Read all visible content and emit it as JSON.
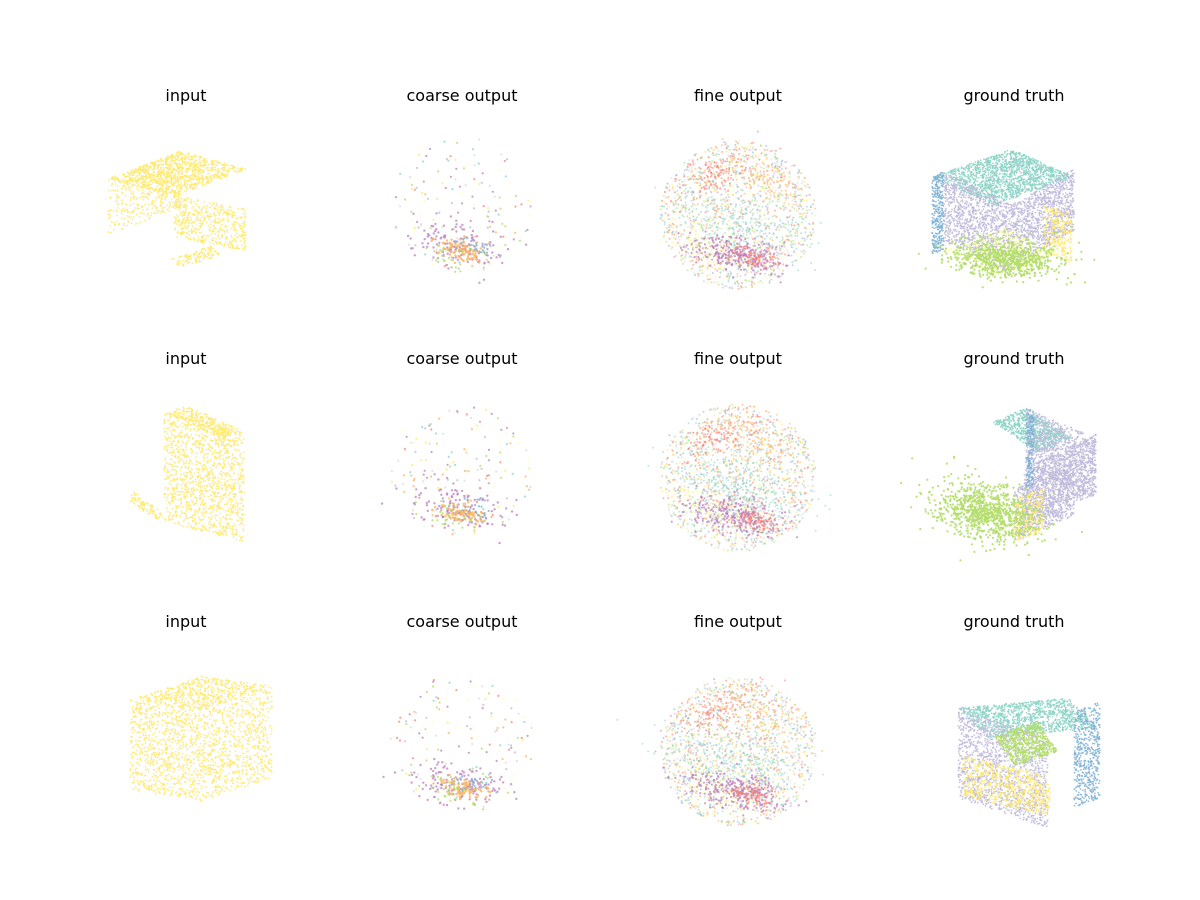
{
  "chart_data": {
    "type": "scatter",
    "grid": false,
    "axes_visible": false,
    "rows": 3,
    "columns": 4,
    "palette": {
      "yellow": "#ffe96b",
      "pale_yellow": "#ffffb3",
      "teal": "#8dd3c7",
      "lavender": "#bebada",
      "blue": "#80b1d3",
      "green": "#b3de69",
      "red": "#fb8072",
      "orange": "#fdb462",
      "purple": "#bc80bd",
      "grey": "#d9d9d9"
    },
    "panels": [
      {
        "row": 0,
        "col": 0,
        "title": "input",
        "kind": "input",
        "seed": 11
      },
      {
        "row": 0,
        "col": 1,
        "title": "coarse output",
        "kind": "coarse",
        "seed": 12
      },
      {
        "row": 0,
        "col": 2,
        "title": "fine output",
        "kind": "fine",
        "seed": 13
      },
      {
        "row": 0,
        "col": 3,
        "title": "ground truth",
        "kind": "truth",
        "seed": 14
      },
      {
        "row": 1,
        "col": 0,
        "title": "input",
        "kind": "input",
        "seed": 21
      },
      {
        "row": 1,
        "col": 1,
        "title": "coarse output",
        "kind": "coarse",
        "seed": 22
      },
      {
        "row": 1,
        "col": 2,
        "title": "fine output",
        "kind": "fine",
        "seed": 23
      },
      {
        "row": 1,
        "col": 3,
        "title": "ground truth",
        "kind": "truth",
        "seed": 24
      },
      {
        "row": 2,
        "col": 0,
        "title": "input",
        "kind": "input",
        "seed": 31
      },
      {
        "row": 2,
        "col": 1,
        "title": "coarse output",
        "kind": "coarse",
        "seed": 32
      },
      {
        "row": 2,
        "col": 2,
        "title": "fine output",
        "kind": "fine",
        "seed": 33
      },
      {
        "row": 2,
        "col": 3,
        "title": "ground truth",
        "kind": "truth",
        "seed": 34
      }
    ]
  }
}
